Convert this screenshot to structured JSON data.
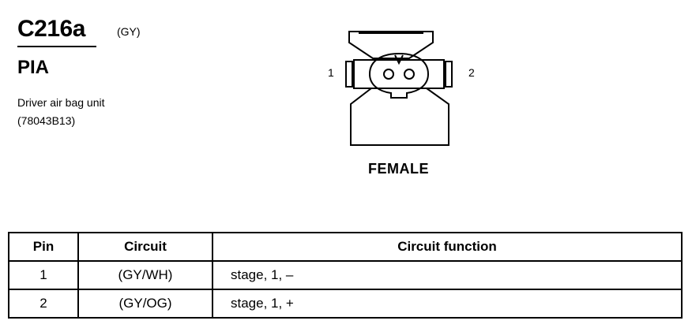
{
  "header": {
    "connector_id": "C216a",
    "color_code": "(GY)",
    "system_code": "PIA",
    "description_line1": "Driver air bag unit",
    "description_line2": "(78043B13)"
  },
  "connector": {
    "pin_labels": [
      "1",
      "2"
    ],
    "gender": "FEMALE"
  },
  "table": {
    "headers": [
      "Pin",
      "Circuit",
      "Circuit function"
    ],
    "rows": [
      {
        "pin": "1",
        "circuit": "(GY/WH)",
        "function": "stage, 1, –"
      },
      {
        "pin": "2",
        "circuit": "(GY/OG)",
        "function": "stage, 1, +"
      }
    ]
  }
}
